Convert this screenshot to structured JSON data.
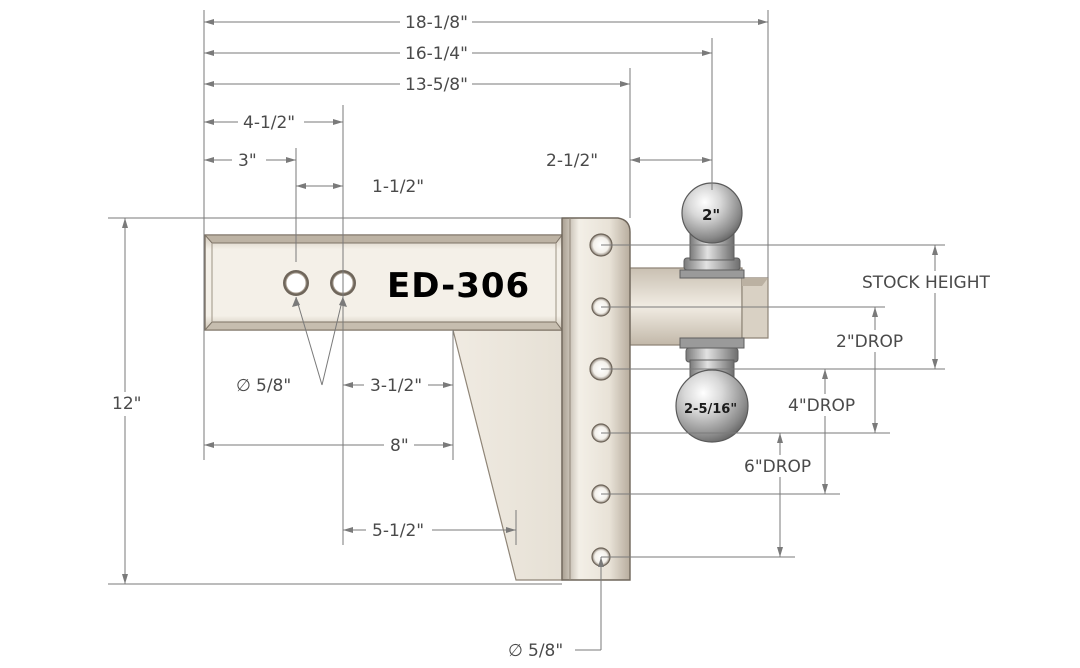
{
  "model": "ED-306",
  "balls": {
    "top": "2\"",
    "bottom": "2-5/16\""
  },
  "dimensions": {
    "d18": "18-1/8\"",
    "d16": "16-1/4\"",
    "d13": "13-5/8\"",
    "d4h": "4-1/2\"",
    "d3": "3\"",
    "d1h": "1-1/2\"",
    "d2h": "2-1/2\"",
    "hole_dia_shank": "5/8\"",
    "d3h": "3-1/2\"",
    "d8": "8\"",
    "d5h": "5-1/2\"",
    "d12": "12\"",
    "hole_dia_plate": "5/8\""
  },
  "labels": {
    "stock_height": "STOCK HEIGHT",
    "drop2": "2\"DROP",
    "drop4": "4\"DROP",
    "drop6": "6\"DROP"
  },
  "symbols": {
    "diameter": "∅"
  },
  "colors": {
    "metal_light": "#f2ede4",
    "metal_mid": "#d6cdbf",
    "metal_dark": "#8f8577",
    "ball_light": "#eeeeee",
    "ball_dark": "#6b6b6b",
    "dim_line": "#7a7a7a"
  }
}
